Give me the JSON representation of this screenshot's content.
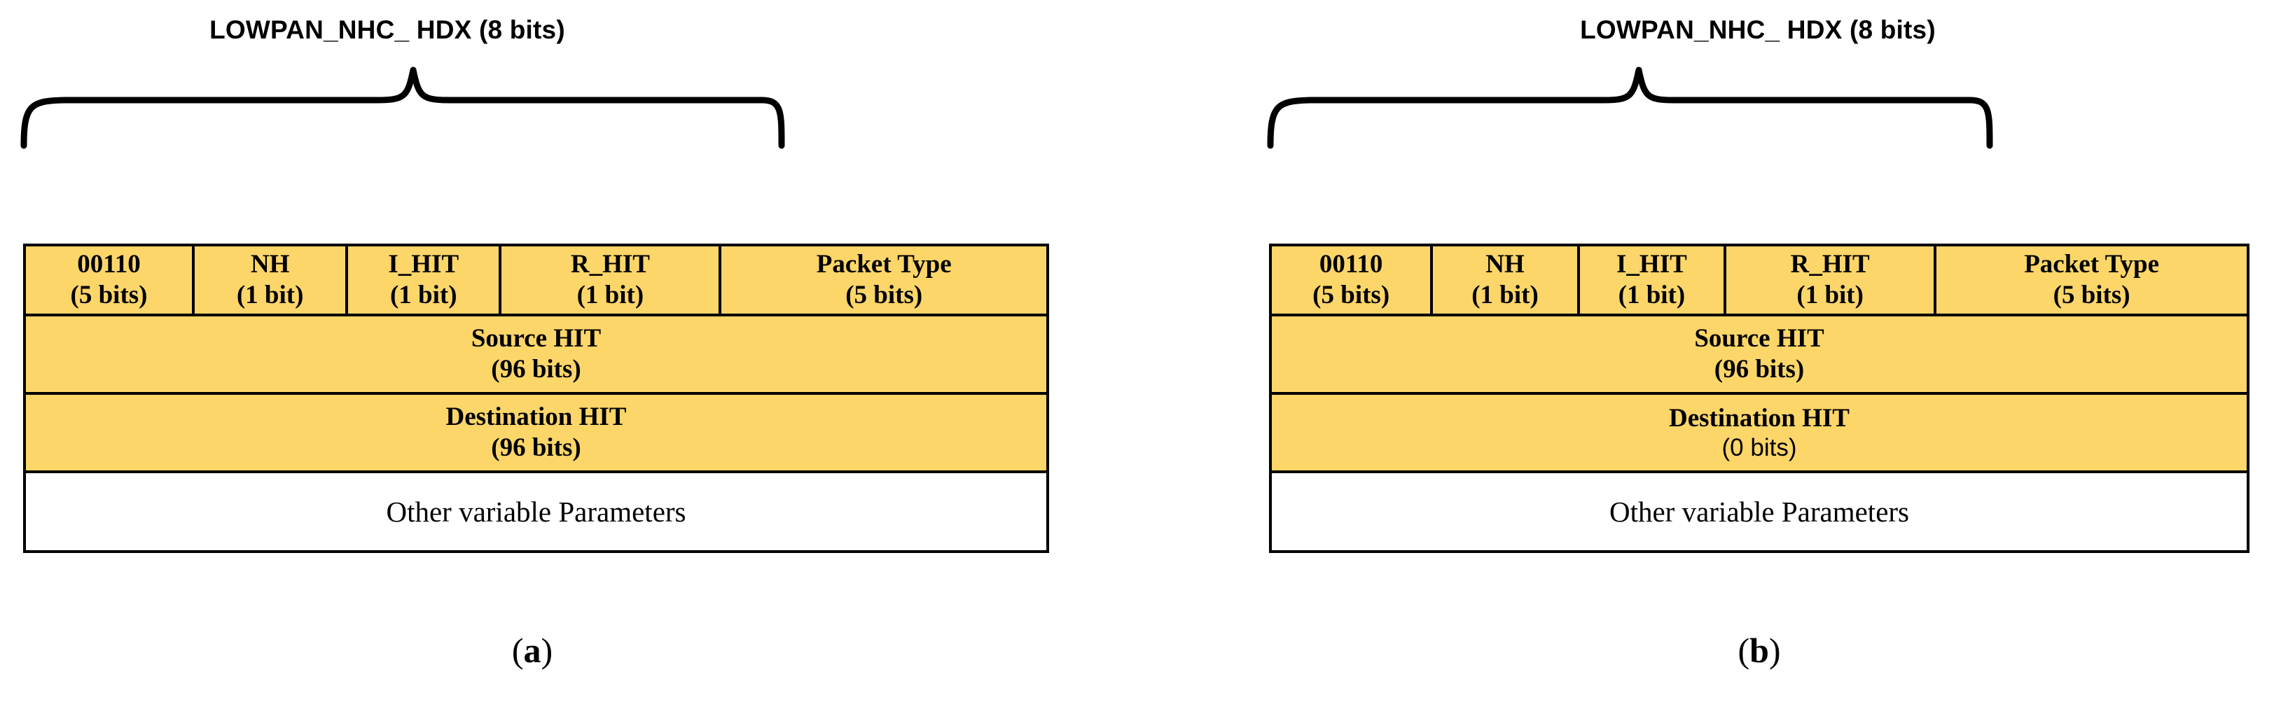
{
  "figure": {
    "background": "#ffffff",
    "amber": "#FDD669",
    "stroke": "#000000"
  },
  "panels": [
    {
      "key": "a",
      "title": "LOWPAN_NHC_ HDX (8 bits)",
      "sub_label_open": "(",
      "sub_label_letter": "a",
      "sub_label_close": ")",
      "header_row": [
        {
          "name": "value",
          "label": "00110",
          "bits": "(5 bits)"
        },
        {
          "name": "next-header",
          "label": "NH",
          "bits": "(1 bit)"
        },
        {
          "name": "initiator-hit-flag",
          "label": "I_HIT",
          "bits": "(1 bit)"
        },
        {
          "name": "responder-hit-flag",
          "label": "R_HIT",
          "bits": "(1 bit)"
        },
        {
          "name": "packet-type",
          "label": "Packet Type",
          "bits": "(5 bits)"
        }
      ],
      "source_hit": {
        "label": "Source HIT",
        "bits": "(96 bits)"
      },
      "destination_hit": {
        "label": "Destination HIT",
        "bits": "(96 bits)"
      },
      "other": "Other variable Parameters"
    },
    {
      "key": "b",
      "title": "LOWPAN_NHC_ HDX (8 bits)",
      "sub_label_open": "(",
      "sub_label_letter": "b",
      "sub_label_close": ")",
      "header_row": [
        {
          "name": "value",
          "label": "00110",
          "bits": "(5 bits)"
        },
        {
          "name": "next-header",
          "label": "NH",
          "bits": "(1 bit)"
        },
        {
          "name": "initiator-hit-flag",
          "label": "I_HIT",
          "bits": "(1 bit)"
        },
        {
          "name": "responder-hit-flag",
          "label": "R_HIT",
          "bits": "(1 bit)"
        },
        {
          "name": "packet-type",
          "label": "Packet Type",
          "bits": "(5 bits)"
        }
      ],
      "source_hit": {
        "label": "Source HIT",
        "bits": "(96 bits)"
      },
      "destination_hit": {
        "label": "Destination HIT",
        "bits": "(0 bits)"
      },
      "other": "Other variable Parameters"
    }
  ]
}
